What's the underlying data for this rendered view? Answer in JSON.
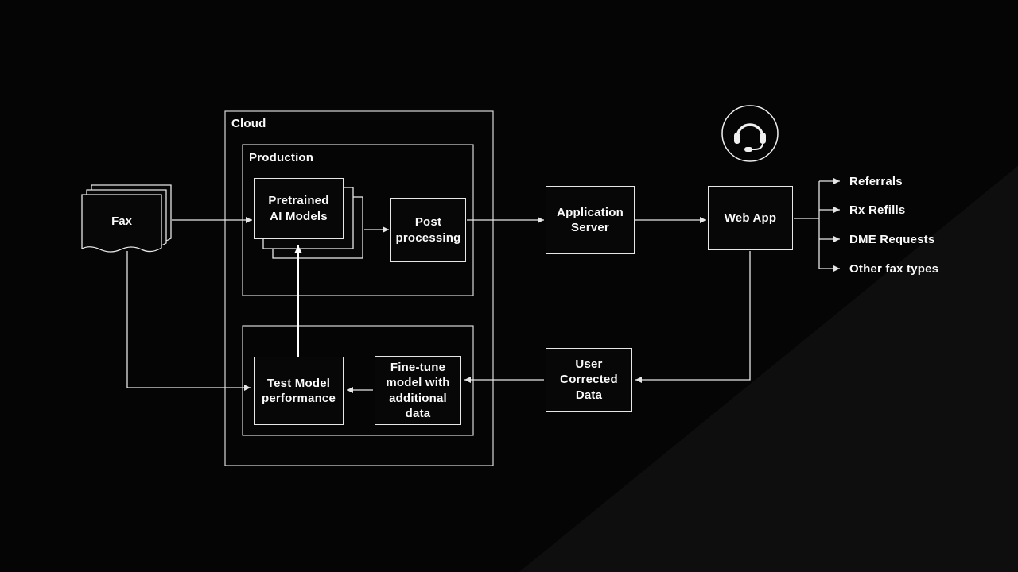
{
  "colors": {
    "background": "#050505",
    "background_accent": "#0e0e0e",
    "line": "#e6e6e6",
    "text": "#fafafa"
  },
  "nodes": {
    "fax": {
      "label": "Fax"
    },
    "cloud": {
      "label": "Cloud"
    },
    "production": {
      "label": "Production"
    },
    "pretrained_models": {
      "label": "Pretrained\nAI Models"
    },
    "post_processing": {
      "label": "Post\nprocessing"
    },
    "application_server": {
      "label": "Application\nServer"
    },
    "web_app": {
      "label": "Web App"
    },
    "user_corrected_data": {
      "label": "User\nCorrected\nData"
    },
    "fine_tune": {
      "label": "Fine-tune\nmodel with\nadditional\ndata"
    },
    "test_model": {
      "label": "Test Model\nperformance"
    }
  },
  "outputs": [
    {
      "label": "Referrals"
    },
    {
      "label": "Rx Refills"
    },
    {
      "label": "DME Requests"
    },
    {
      "label": "Other fax types"
    }
  ],
  "icons": {
    "headset": "headset",
    "fax_document": "stacked-documents"
  }
}
